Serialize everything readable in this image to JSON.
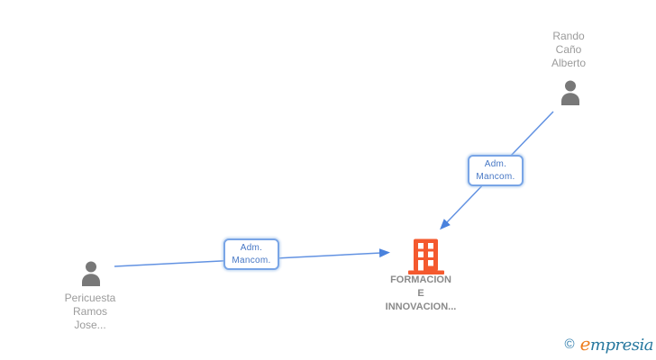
{
  "diagram": {
    "background_color": "#ffffff",
    "arrow_color": "#6292e2",
    "nodes": {
      "person_top": {
        "name": "Rando\nCaño\nAlberto",
        "icon": "person-icon",
        "icon_color": "#787878"
      },
      "person_left": {
        "name": "Pericuesta\nRamos\nJose...",
        "icon": "person-icon",
        "icon_color": "#787878"
      },
      "company": {
        "name": "FORMACION\nE\nINNOVACION...",
        "icon": "building-icon",
        "icon_color": "#f4592e"
      }
    },
    "edges": [
      {
        "label": "Adm.\nMancom.",
        "from": "person_top",
        "to": "company",
        "label_text_color": "#4576c4",
        "box_border_color": "#79a5e6"
      },
      {
        "label": "Adm.\nMancom.",
        "from": "person_left",
        "to": "company",
        "label_text_color": "#4576c4",
        "box_border_color": "#79a5e6"
      }
    ]
  },
  "watermark": {
    "copyright": "©",
    "brand_first_letter": "e",
    "brand_rest": "mpresia",
    "accent_color": "#ee7e1f",
    "brand_color": "#27789f"
  }
}
